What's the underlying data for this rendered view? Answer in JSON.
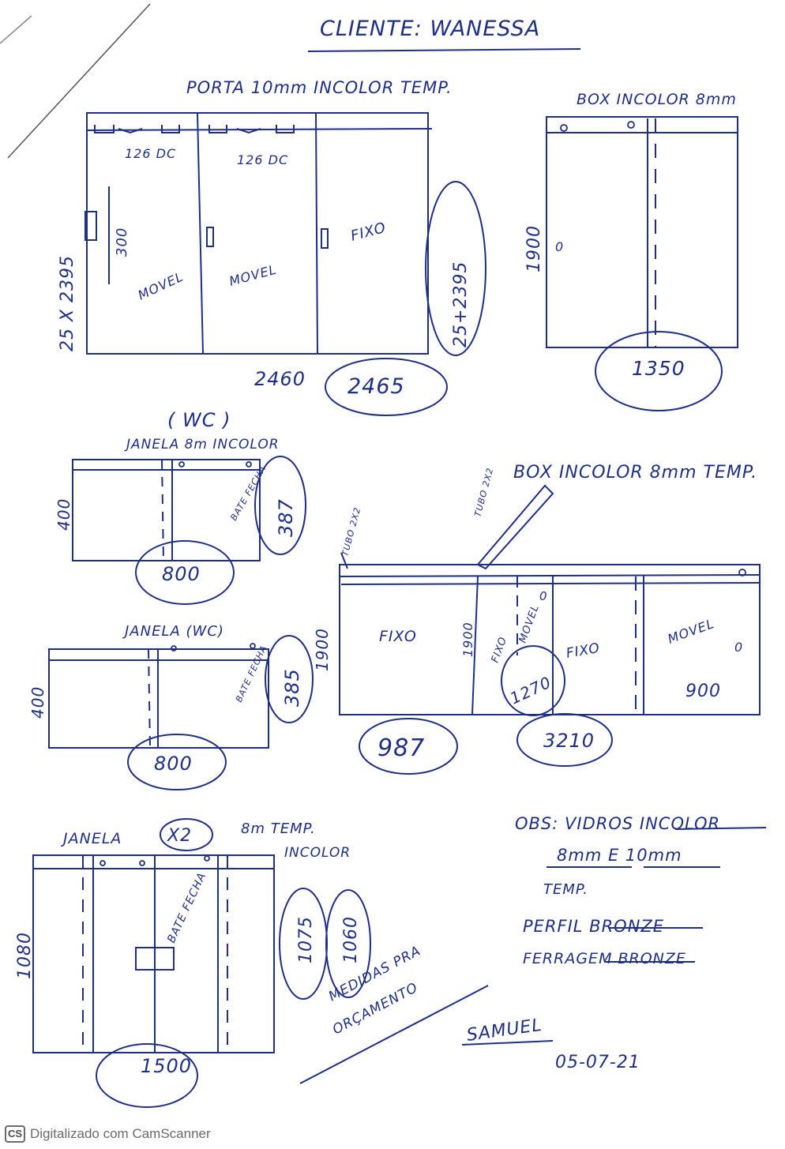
{
  "title": "CLIENTE: WANESSA",
  "porta": {
    "heading": "PORTA 10mm INCOLOR TEMP.",
    "lock_left": "126 DC",
    "lock_mid": "126 DC",
    "handle_height": "300",
    "left_label": "MOVEL",
    "mid_label": "MOVEL",
    "right_label": "FIXO",
    "side_measure": "25 X 2395",
    "side_circle": "25+2395",
    "width_measure": "2460",
    "width_circle": "2465"
  },
  "box1": {
    "heading": "BOX INCOLOR 8mm",
    "height": "1900",
    "dot": "0",
    "width_circle": "1350"
  },
  "wc": "( WC )",
  "janela1": {
    "heading": "JANELA 8m INCOLOR",
    "height": "400",
    "bate": "BATE FECHA",
    "right_circle": "387",
    "width_circle": "800"
  },
  "box2": {
    "heading": "BOX INCOLOR 8mm TEMP.",
    "tubo_left": "TUBO 2X2",
    "tubo_top": "TUBO 2X2",
    "height": "1900",
    "fixo1": "FIXO",
    "inner_height": "1900",
    "fixo2": "FIXO",
    "movel1": "MOVEL",
    "dot1": "0",
    "fixo3": "FIXO",
    "movel2": "MOVEL",
    "dot2": "0",
    "width_right": "900",
    "circle_bottom": "1270",
    "circle_left": "987",
    "circle_right": "3210"
  },
  "janela2": {
    "heading": "JANELA (WC)",
    "height": "400",
    "bate": "BATE FECHA",
    "right_circle": "385",
    "width_circle": "800"
  },
  "janela3": {
    "heading": "JANELA",
    "multiplier": "X2",
    "spec": "8m TEMP.",
    "spec2": "INCOLOR",
    "height": "1080",
    "bate": "BATE FECHA",
    "circle1": "1075",
    "circle2": "1060",
    "width_circle": "1500"
  },
  "notes": {
    "medidas": "MEDIDAS PRA",
    "orcamento": "ORÇAMENTO",
    "obs1": "OBS: VIDROS INCOLOR",
    "obs2": "8mm E 10mm",
    "obs3": "TEMP.",
    "perfil": "PERFIL BRONZE",
    "ferragem": "FERRAGEM BRONZE",
    "signature": "SAMUEL",
    "date": "05-07-21"
  },
  "footer": {
    "icon_text": "CS",
    "text": "Digitalizado com CamScanner"
  },
  "colors": {
    "ink": "#1f2f86",
    "paper": "#ffffff",
    "footer_text": "#6a6a6a"
  }
}
